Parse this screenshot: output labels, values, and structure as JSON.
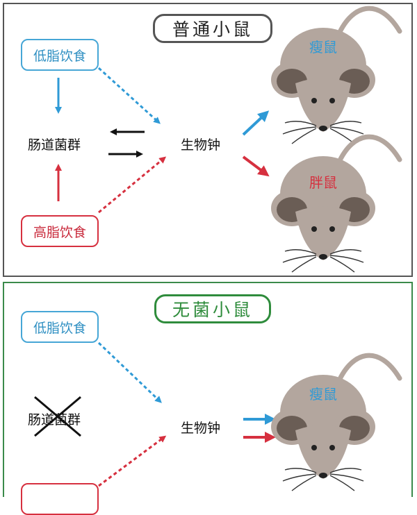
{
  "top_panel": {
    "title": "普通小鼠",
    "low_fat_diet": "低脂饮食",
    "high_fat_diet": "高脂饮食",
    "gut_microbiota": "肠道菌群",
    "biological_clock": "生物钟",
    "lean_mouse": "瘦鼠",
    "fat_mouse": "胖鼠"
  },
  "bottom_panel": {
    "title": "无菌小鼠",
    "low_fat_diet": "低脂饮食",
    "gut_microbiota": "肠道菌群",
    "biological_clock": "生物钟",
    "lean_mouse": "瘦鼠"
  },
  "colors": {
    "blue": "#2f9ad6",
    "red": "#d6303f",
    "green": "#2f8c3c",
    "dark": "#111111",
    "mouse_body": "#b3a69e",
    "mouse_outline": "#6a5d55"
  }
}
